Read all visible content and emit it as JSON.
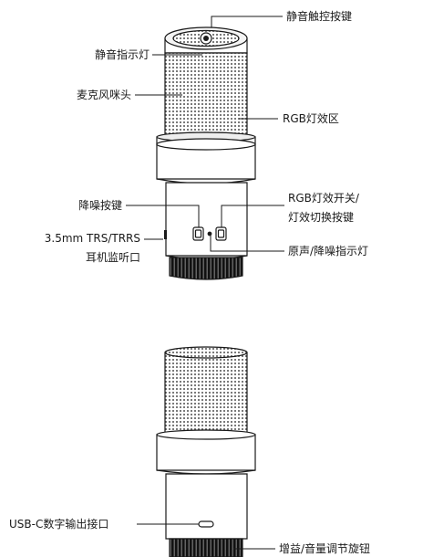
{
  "labels": {
    "mute_touch_key": "静音触控按键",
    "mute_indicator": "静音指示灯",
    "capsule": "麦克风咪头",
    "rgb_zone": "RGB灯效区",
    "noise_key": "降噪按键",
    "rgb_switch_line1": "RGB灯效开关/",
    "rgb_switch_line2": "灯效切换按键",
    "headphone_jack_line1": "3.5mm TRS/TRRS",
    "headphone_jack_line2": "耳机监听口",
    "indicator_light": "原声/降噪指示灯",
    "usb_port": "USB-C数字输出接口",
    "gain_knob": "增益/音量调节旋钮"
  },
  "colors": {
    "stroke": "#1a1a1a",
    "mesh": "#555555",
    "knob": "#111111"
  }
}
